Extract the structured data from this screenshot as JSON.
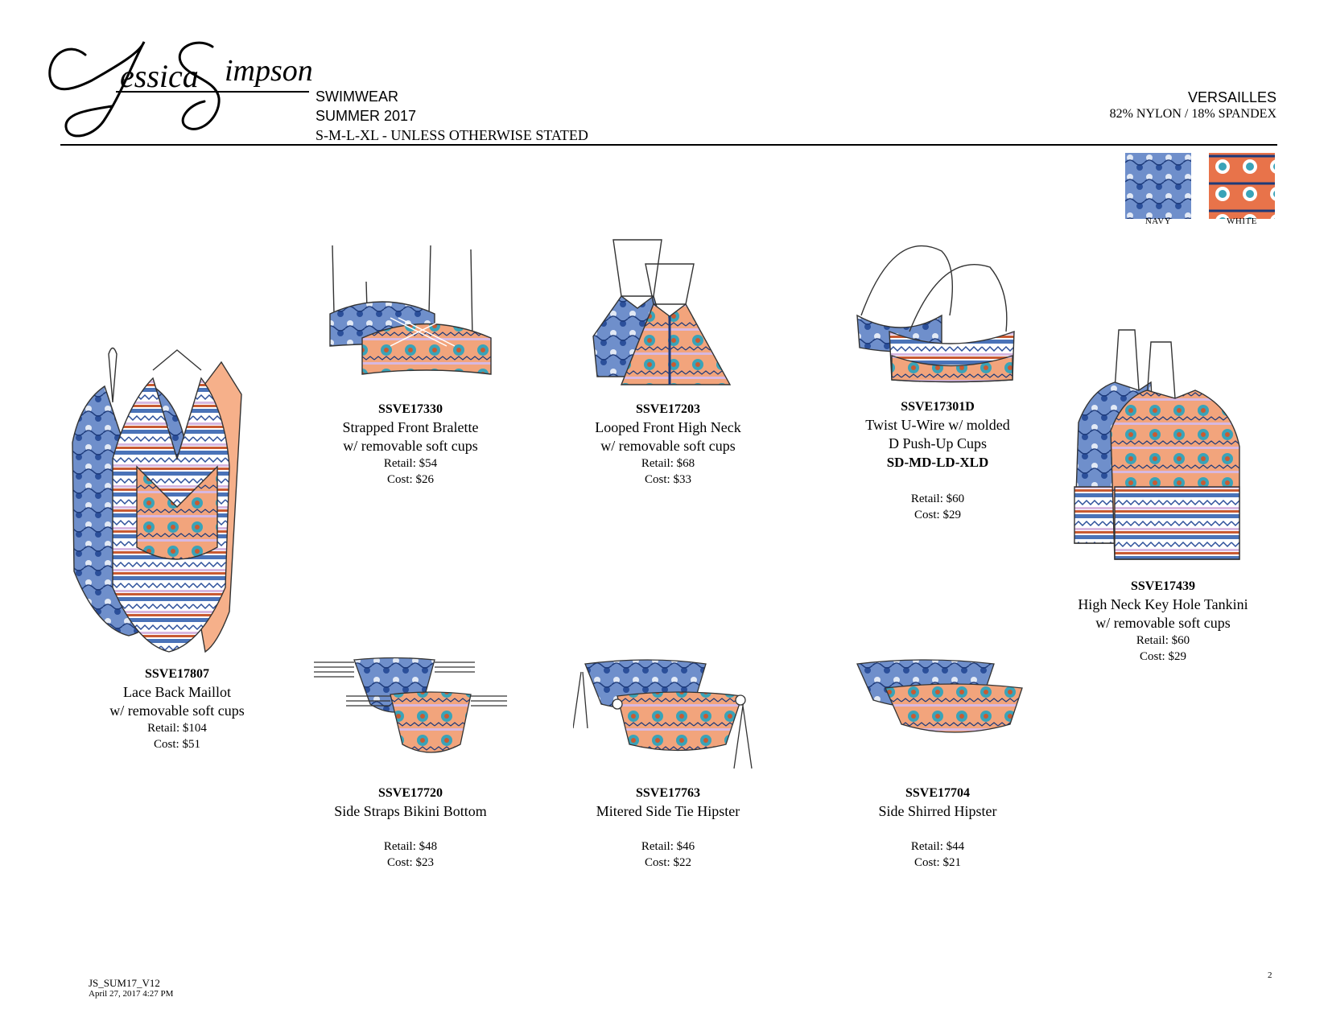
{
  "brand": {
    "logo_text": "Jessica Simpson"
  },
  "header": {
    "category": "SWIMWEAR",
    "season": "SUMMER 2017",
    "sizes": "S-M-L-XL - UNLESS OTHERWISE STATED",
    "collection": "VERSAILLES",
    "fabric": "82% NYLON / 18% SPANDEX"
  },
  "swatches": [
    {
      "label": "NAVY",
      "color": "#2f5ea3"
    },
    {
      "label": "WHITE",
      "color": "#e8734a"
    }
  ],
  "colors": {
    "blue": "#4a73b8",
    "navy": "#1d3a7a",
    "peach": "#f6b08a",
    "teal": "#3aa3b8",
    "rust": "#c85a32",
    "lilac": "#d7b8e0"
  },
  "products": [
    {
      "code": "SSVE17807",
      "desc1": "Lace Back Maillot",
      "desc2": "w/ removable soft cups",
      "size": "",
      "retail": "Retail: $104",
      "cost": "Cost: $51"
    },
    {
      "code": "SSVE17330",
      "desc1": "Strapped Front Bralette",
      "desc2": "w/ removable soft cups",
      "size": "",
      "retail": "Retail: $54",
      "cost": "Cost: $26"
    },
    {
      "code": "SSVE17203",
      "desc1": "Looped Front High Neck",
      "desc2": "w/ removable soft cups",
      "size": "",
      "retail": "Retail: $68",
      "cost": "Cost: $33"
    },
    {
      "code": "SSVE17301D",
      "desc1": "Twist U-Wire w/ molded",
      "desc2": "D Push-Up Cups",
      "size": "SD-MD-LD-XLD",
      "retail": "Retail: $60",
      "cost": "Cost: $29"
    },
    {
      "code": "SSVE17439",
      "desc1": "High Neck Key Hole Tankini",
      "desc2": "w/ removable soft cups",
      "size": "",
      "retail": "Retail: $60",
      "cost": "Cost: $29"
    },
    {
      "code": "SSVE17720",
      "desc1": "Side Straps Bikini Bottom",
      "desc2": "",
      "size": "",
      "retail": "Retail: $48",
      "cost": "Cost: $23"
    },
    {
      "code": "SSVE17763",
      "desc1": "Mitered Side Tie Hipster",
      "desc2": "",
      "size": "",
      "retail": "Retail: $46",
      "cost": "Cost: $22"
    },
    {
      "code": "SSVE17704",
      "desc1": "Side Shirred Hipster",
      "desc2": "",
      "size": "",
      "retail": "Retail: $44",
      "cost": "Cost: $21"
    }
  ],
  "footer": {
    "doc_code": "JS_SUM17_V12",
    "date": "April 27, 2017 4:27 PM",
    "page": "2"
  }
}
